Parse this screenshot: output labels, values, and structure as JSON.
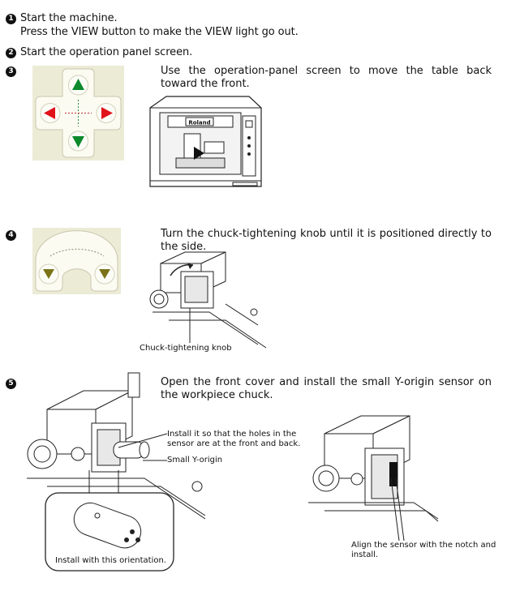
{
  "steps": [
    {
      "num": "1",
      "lines": [
        "Start the machine.",
        "Press the VIEW button to make the VIEW light go out."
      ]
    },
    {
      "num": "2",
      "text": "Start the operation panel screen."
    },
    {
      "num": "3",
      "text": "Use the operation-panel screen to move the table back toward the front.",
      "machine_label": "Roland"
    },
    {
      "num": "4",
      "text": "Turn the chuck-tightening knob until it is positioned directly to the side.",
      "callout": "Chuck-tightening knob"
    },
    {
      "num": "5",
      "text": "Open the front cover and install the small Y-origin sensor on the workpiece chuck.",
      "callout_holes": "Install it so that the holes in the sensor are at the front and back.",
      "callout_sensor": "Small Y-origin",
      "callout_orientation": "Install with this orientation.",
      "callout_notch": "Align the sensor with the notch and install."
    }
  ],
  "colors": {
    "panel_bg": "#ecebd6",
    "green_arrow": "#0d8a2c",
    "red_arrow": "#e0121a",
    "olive_arrow": "#7a7318",
    "text": "#111111"
  },
  "icons": [
    "up-arrow-icon",
    "down-arrow-icon",
    "left-arrow-icon",
    "right-arrow-icon"
  ]
}
